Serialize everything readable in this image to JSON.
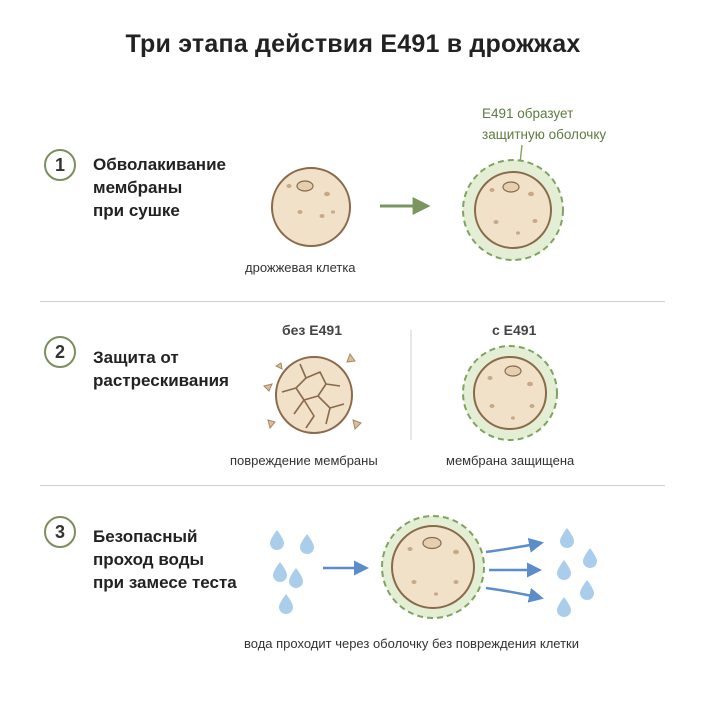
{
  "title": "Три этапа действия E491 в дрожжах",
  "steps": [
    {
      "number": "1",
      "label_lines": [
        "Обволакивание",
        "мембраны",
        "при сушке"
      ]
    },
    {
      "number": "2",
      "label_lines": [
        "Защита от",
        "растрескивания"
      ]
    },
    {
      "number": "3",
      "label_lines": [
        "Безопасный",
        "проход воды",
        "при замесе теста"
      ]
    }
  ],
  "panel1": {
    "cell_caption": "дрожжевая клетка",
    "note_lines": [
      "E491 образует",
      "защитную оболочку"
    ]
  },
  "panel2": {
    "left_heading": "без E491",
    "right_heading": "с E491",
    "left_caption": "повреждение мембраны",
    "right_caption": "мембрана защищена"
  },
  "panel3": {
    "caption": "вода проходит через оболочку без повреждения клетки"
  },
  "colors": {
    "cell_fill": "#f0e1c8",
    "cell_outline": "#8a6a4a",
    "coating": "#7fa461",
    "arrow_green": "#7a9660",
    "arrow_blue": "#5b8ec9",
    "drop": "#a9cdea"
  }
}
